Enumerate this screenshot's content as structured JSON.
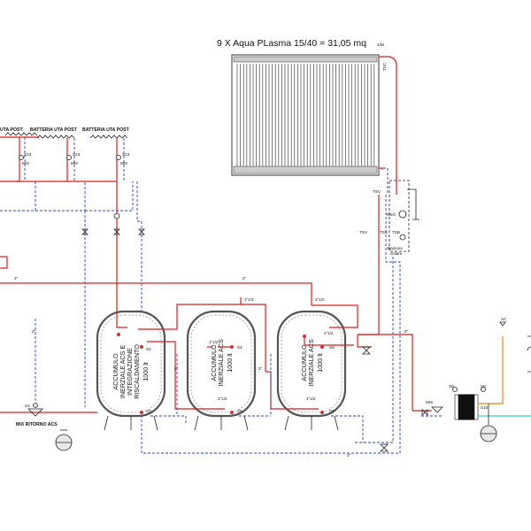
{
  "title": "9 X Aqua PLasma 15/40 = 31,05 mq",
  "tanks": [
    {
      "lines": [
        "ACCUMULO",
        "INERZIALE ACS E",
        "INTEGRAZIONE",
        "RISCALDAMENTO",
        "1000 lt"
      ]
    },
    {
      "lines": [
        "ACCUMULO",
        "INERZIALE ACS",
        "1000 lt"
      ]
    },
    {
      "lines": [
        "ACCUMULO",
        "INERZIALE ACS",
        "1000 lt"
      ]
    }
  ],
  "batteries": [
    "UTA POST",
    "BATTERIA UTA POST",
    "BATTERIA UTA POST"
  ],
  "labels": {
    "mix": "MIX",
    "s13": "S13",
    "s1": "S1",
    "s2": "S2",
    "s3": "S3",
    "s4": "S4",
    "s5": "S5",
    "s6": "S6",
    "s7": "S7",
    "s8": "S8",
    "s9": "S9",
    "s10": "S10",
    "tsv": "TSV",
    "tsv2": "TSV",
    "rso": "RSO",
    "tss": "TSS",
    "tsb": "TSB",
    "stazione1": "Stazione",
    "stazione2": "Solare",
    "mix_ritorno": "MIX RITORNO ACS",
    "ac": "AC",
    "d2a": "2\"",
    "d2b": "2\"",
    "d2c": "2\"",
    "d2d": "2\"",
    "d2e": "2\"",
    "d2f": "2\"",
    "d2g": "2\"",
    "d112a": "1\"1/2",
    "d112b": "1\"1/2",
    "d112c": "1\"1/2",
    "d112d": "1\"1/2",
    "d112e": "1\"1/2",
    "d112f": "1\"1/2"
  }
}
